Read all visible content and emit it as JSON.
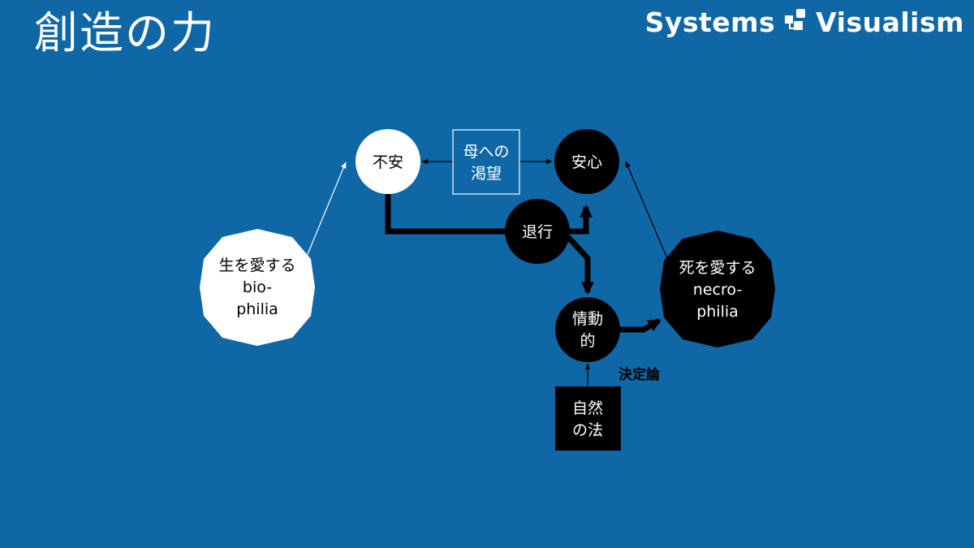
{
  "header": {
    "title": "創造の力",
    "brand_left": "Systems",
    "brand_right": "Visualism"
  },
  "nodes": {
    "anxiety": "不安",
    "longing_line1": "母への",
    "longing_line2": "渇望",
    "relief": "安心",
    "regression": "退行",
    "biophilia_line1": "生を愛する",
    "biophilia_line2": "bio-",
    "biophilia_line3": "philia",
    "emotional_line1": "情動",
    "emotional_line2": "的",
    "necrophilia_line1": "死を愛する",
    "necrophilia_line2": "necro-",
    "necrophilia_line3": "philia",
    "natural_law_line1": "自然",
    "natural_law_line2": "の法"
  },
  "annotations": {
    "determinism": "決定論"
  },
  "colors": {
    "background": "#0f67a6",
    "light_node": "#ffffff",
    "dark_node": "#000000"
  }
}
